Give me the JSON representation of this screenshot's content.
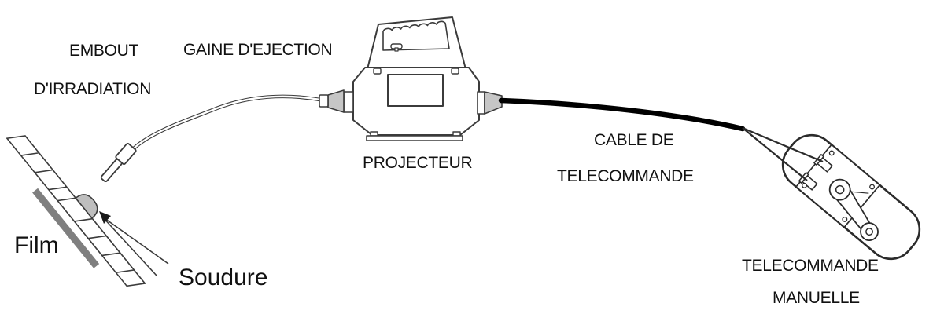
{
  "diagram": {
    "title_implicit": "Gammagraphie - equipement de radiographie industrielle",
    "labels": {
      "embout_line1": "EMBOUT",
      "embout_line2": "D'IRRADIATION",
      "gaine": "GAINE D'EJECTION",
      "projecteur": "PROJECTEUR",
      "cable_line1": "CABLE DE",
      "cable_line2": "TELECOMMANDE",
      "telecommande_line1": "TELECOMMANDE",
      "telecommande_line2": "MANUELLE",
      "film": "Film",
      "soudure": "Soudure"
    },
    "colors": {
      "line": "#3b3b3b",
      "heavy_line": "#2b2b2b",
      "cable_black": "#000000",
      "connector_gray": "#c6c6c6",
      "weld_fill": "#bebebe",
      "film_gray": "#7f7f7f",
      "background": "#ffffff",
      "text": "#111111"
    }
  }
}
